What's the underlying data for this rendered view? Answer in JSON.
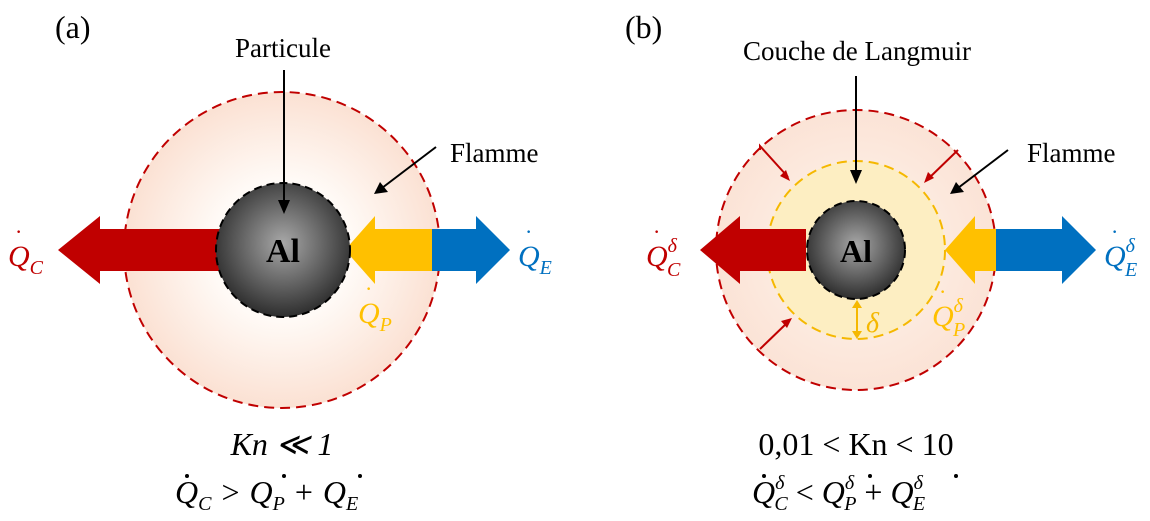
{
  "panels": [
    {
      "id": "a",
      "panel_label": "(a)",
      "particle_label": "Al",
      "top_callout": "Particule",
      "side_callout": "Flamme",
      "heat_conduction": {
        "symbol": "Q",
        "subscript": "C",
        "superscript": ""
      },
      "heat_particle": {
        "symbol": "Q",
        "subscript": "P",
        "superscript": ""
      },
      "heat_exterior": {
        "symbol": "Q",
        "subscript": "E",
        "superscript": ""
      },
      "condition_line1": "Kn ≪ 1",
      "condition_line2_terms": [
        "Q",
        "C",
        ">",
        "Q",
        "P",
        "+",
        "Q",
        "E"
      ]
    },
    {
      "id": "b",
      "panel_label": "(b)",
      "particle_label": "Al",
      "top_callout": "Couche de Langmuir",
      "side_callout": "Flamme",
      "layer_symbol": "δ",
      "heat_conduction": {
        "symbol": "Q",
        "subscript": "C",
        "superscript": "δ"
      },
      "heat_particle": {
        "symbol": "Q",
        "subscript": "P",
        "superscript": "δ"
      },
      "heat_exterior": {
        "symbol": "Q",
        "subscript": "E",
        "superscript": "δ"
      },
      "condition_line1": "0,01 < Kn < 10",
      "condition_line2_terms": [
        "Q",
        "C",
        "<",
        "Q",
        "P",
        "+",
        "Q",
        "E"
      ],
      "condition_superscript": "δ"
    }
  ],
  "colors": {
    "conduction": "#c00000",
    "particle_flux": "#ffc000",
    "exterior_flux": "#0070c0",
    "flame_edge": "#c00000",
    "langmuir_edge": "#f5b800",
    "particle_fill_center": "#9a9a9a",
    "particle_fill_edge": "#2a2a2a"
  }
}
